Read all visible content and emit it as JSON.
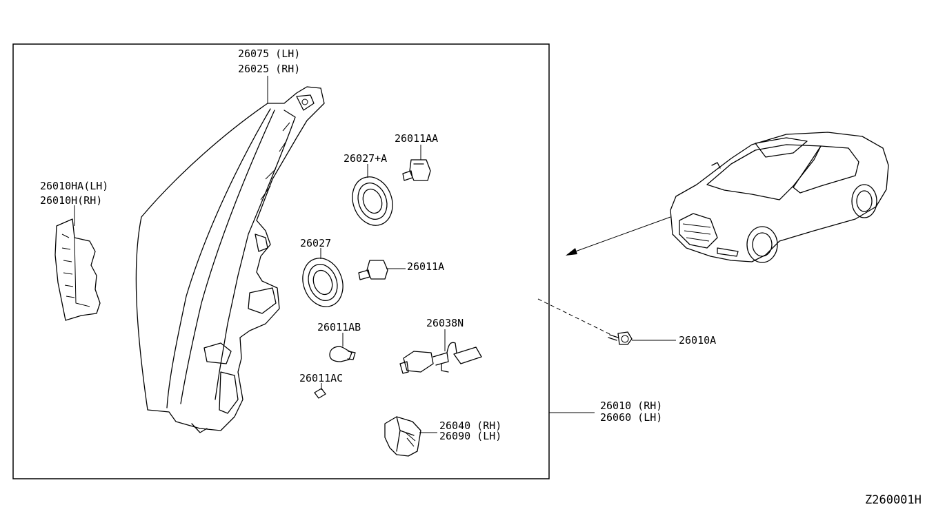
{
  "diagram_code": "Z260001H",
  "callouts": {
    "housing_lh": "26075 (LH)",
    "housing_rh": "26025 (RH)",
    "bracket_lh": "26010HA(LH)",
    "bracket_rh": "26010H(RH)",
    "bulb_aa": "26011AA",
    "cap_a": "26027+A",
    "cap": "26027",
    "bulb_a": "26011A",
    "bulb_ab": "26011AB",
    "socket": "26038N",
    "bulb_ac": "26011AC",
    "module_rh": "26040 (RH)",
    "module_lh": "26090 (LH)",
    "assembly_rh": "26010 (RH)",
    "assembly_lh": "26060 (LH)",
    "screw": "26010A"
  },
  "icons": {
    "headlamp": "headlamp-housing-icon",
    "bracket": "bracket-icon",
    "car": "car-illustration-icon",
    "bulb": "bulb-icon",
    "cap": "dust-cap-icon",
    "socket": "socket-harness-icon",
    "module": "control-module-icon",
    "screw": "screw-icon"
  }
}
